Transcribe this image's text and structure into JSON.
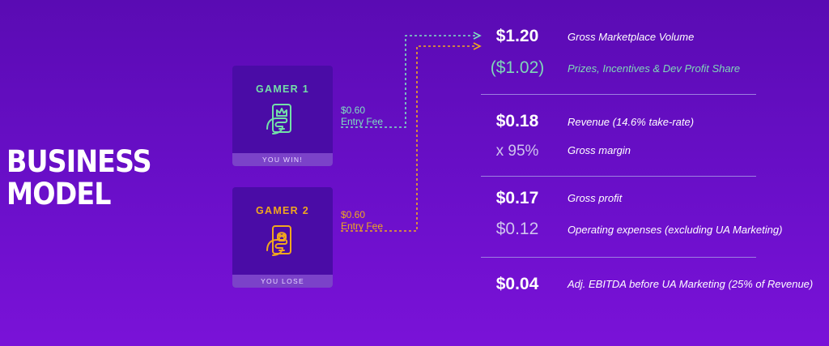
{
  "page": {
    "title_line1": "BUSINESS",
    "title_line2": "MODEL"
  },
  "gamers": [
    {
      "label": "GAMER 1",
      "footer": "YOU WIN!",
      "icon": "crown-phone-icon",
      "color": "#73e0a8",
      "fee_amount": "$0.60",
      "fee_label": "Entry Fee",
      "fee_color": "#7fe0c0"
    },
    {
      "label": "GAMER 2",
      "footer": "YOU LOSE",
      "icon": "skull-phone-icon",
      "color": "#f0a81e",
      "fee_amount": "$0.60",
      "fee_label": "Entry Fee",
      "fee_color": "#f0a81e"
    }
  ],
  "breakdown": [
    {
      "value": "$1.20",
      "label": "Gross Marketplace Volume"
    },
    {
      "value": "($1.02)",
      "label": "Prizes, Incentives & Dev Profit Share"
    },
    {
      "value": "$0.18",
      "label": "Revenue  (14.6% take-rate)"
    },
    {
      "value": "x  95%",
      "label": "Gross margin"
    },
    {
      "value": "$0.17",
      "label": "Gross profit"
    },
    {
      "value": "$0.12",
      "label": "Operating expenses (excluding UA Marketing)"
    },
    {
      "value": "$0.04",
      "label": "Adj. EBITDA before UA Marketing (25% of Revenue)"
    }
  ],
  "colors": {
    "background": "#6a0fc9",
    "card": "#4a0ca6",
    "card_footer": "#7b42c9",
    "green": "#73e0a8",
    "orange": "#f0a81e",
    "divider": "#9d7fe0"
  }
}
